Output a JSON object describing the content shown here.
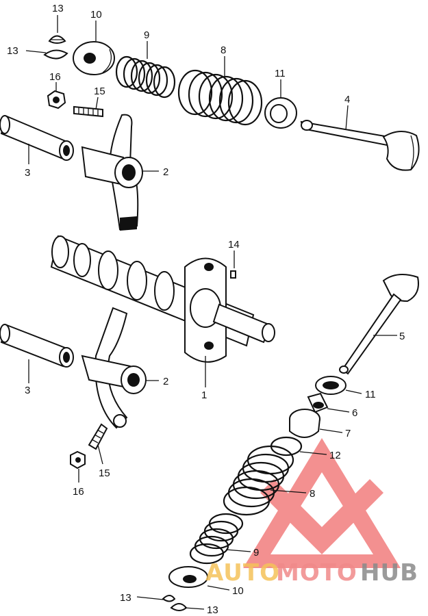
{
  "diagram": {
    "callouts": [
      "13",
      "10",
      "13",
      "9",
      "8",
      "16",
      "15",
      "11",
      "4",
      "3",
      "2",
      "14",
      "5",
      "1",
      "11",
      "6",
      "3",
      "2",
      "7",
      "12",
      "8",
      "15",
      "16",
      "9",
      "10",
      "13",
      "13"
    ]
  },
  "watermark": {
    "word_a": "AUTO",
    "word_b": "MOTO",
    "word_c": "HUB",
    "color_a": "#f5c25a",
    "color_b": "#f08a8a",
    "color_c": "#8a8a8a",
    "triangle_color": "#ef6b6b"
  }
}
